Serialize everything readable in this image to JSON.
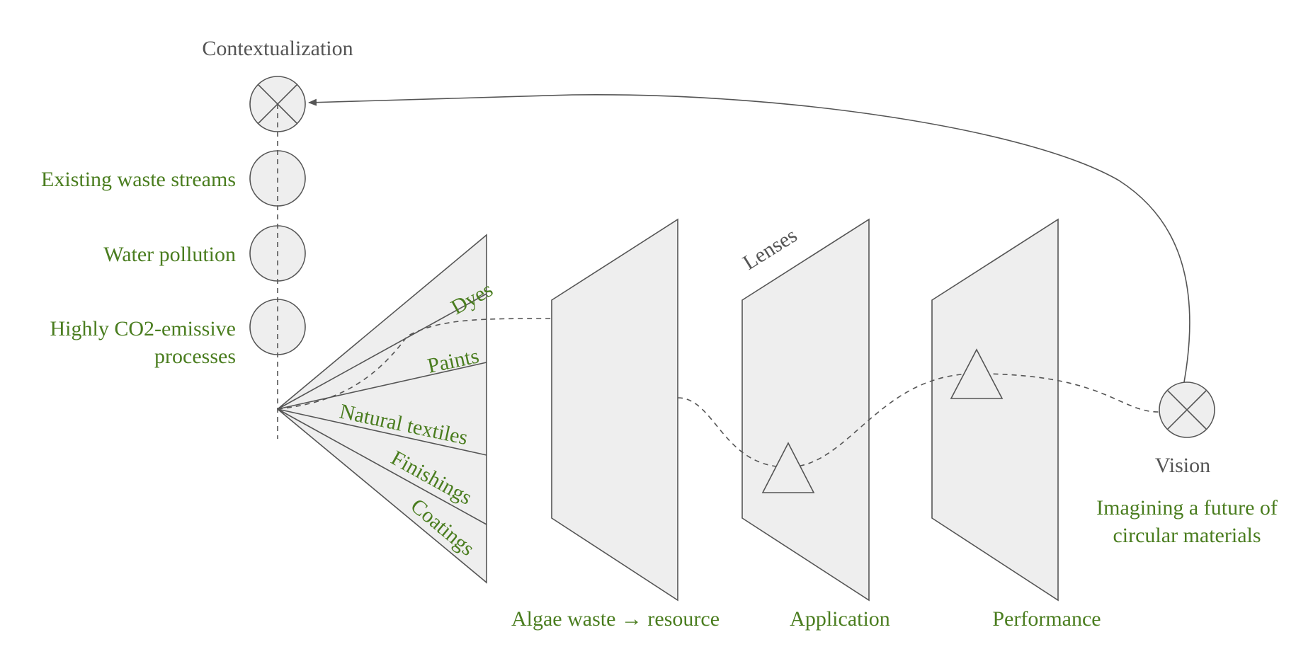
{
  "colors": {
    "label_green": "#4a7d1f",
    "label_gray": "#555555",
    "shape_fill": "#eeeeee",
    "stroke": "#555555"
  },
  "context": {
    "title": "Contextualization",
    "items": [
      "Existing waste streams",
      "Water pollution",
      "Highly CO2-emissive",
      "processes"
    ]
  },
  "fan": {
    "labels": [
      "Dyes",
      "Paints",
      "Natural textiles",
      "Finishings",
      "Coatings"
    ]
  },
  "lenses": {
    "title": "Lenses",
    "labels": [
      "Algae waste → resource",
      "Application",
      "Performance"
    ]
  },
  "vision": {
    "title": "Vision",
    "caption_line1": "Imagining a future of",
    "caption_line2": "circular materials"
  }
}
